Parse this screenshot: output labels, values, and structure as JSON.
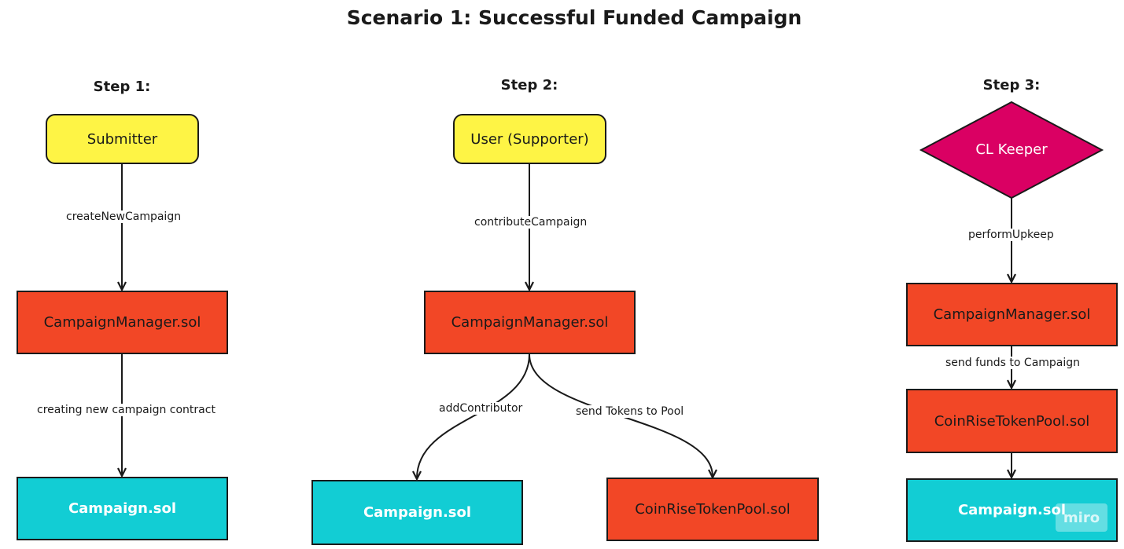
{
  "title": "Scenario 1: Successful Funded Campaign",
  "colors": {
    "yellow": "#fef445",
    "red": "#f24726",
    "cyan": "#12cdd4",
    "magenta": "#da0063",
    "stroke": "#1a1a1a"
  },
  "step1": {
    "label": "Step 1:",
    "actor": "Submitter",
    "call": "createNewCampaign",
    "manager": "CampaignManager.sol",
    "action": "creating new campaign contract",
    "campaign": "Campaign.sol"
  },
  "step2": {
    "label": "Step 2:",
    "actor": "User (Supporter)",
    "call": "contributeCampaign",
    "manager": "CampaignManager.sol",
    "branch_left": "addContributor",
    "branch_right": "send Tokens to Pool",
    "campaign": "Campaign.sol",
    "pool": "CoinRiseTokenPool.sol"
  },
  "step3": {
    "label": "Step 3:",
    "actor": "CL Keeper",
    "call": "performUpkeep",
    "manager": "CampaignManager.sol",
    "action": "send funds to Campaign",
    "pool": "CoinRiseTokenPool.sol",
    "campaign": "Campaign.sol"
  },
  "watermark": "miro"
}
